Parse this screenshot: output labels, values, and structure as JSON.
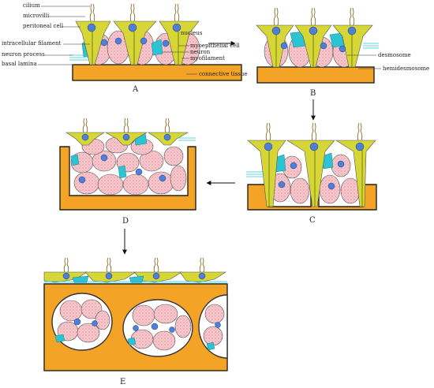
{
  "labels": {
    "cilium": "cilium",
    "microvilli": "microvilli",
    "peritoneal_cell": "peritoneal cell",
    "intracellular_filament": "intracellular filament",
    "neuron_process": "neuron process",
    "basal_lamina": "basal lamina",
    "nucleus": "nucleus",
    "myoepithelial_cell": "myoepithelial cell",
    "neuron": "neuron",
    "myofilament": "myofilament",
    "connective_tissue": "connective tissue",
    "desmosome": "desmosome",
    "hemidesmosome": "hemidesmosome"
  },
  "panels": {
    "a": "A",
    "b": "B",
    "c": "C",
    "d": "D",
    "e": "E"
  },
  "colors": {
    "connective_tissue": "#f3a326",
    "myoepithelial_cell": "#f7c8cd",
    "peritoneal_cell": "#d7d637",
    "neuron": "#2cc4d4",
    "nucleus": "#4f7fd6"
  }
}
